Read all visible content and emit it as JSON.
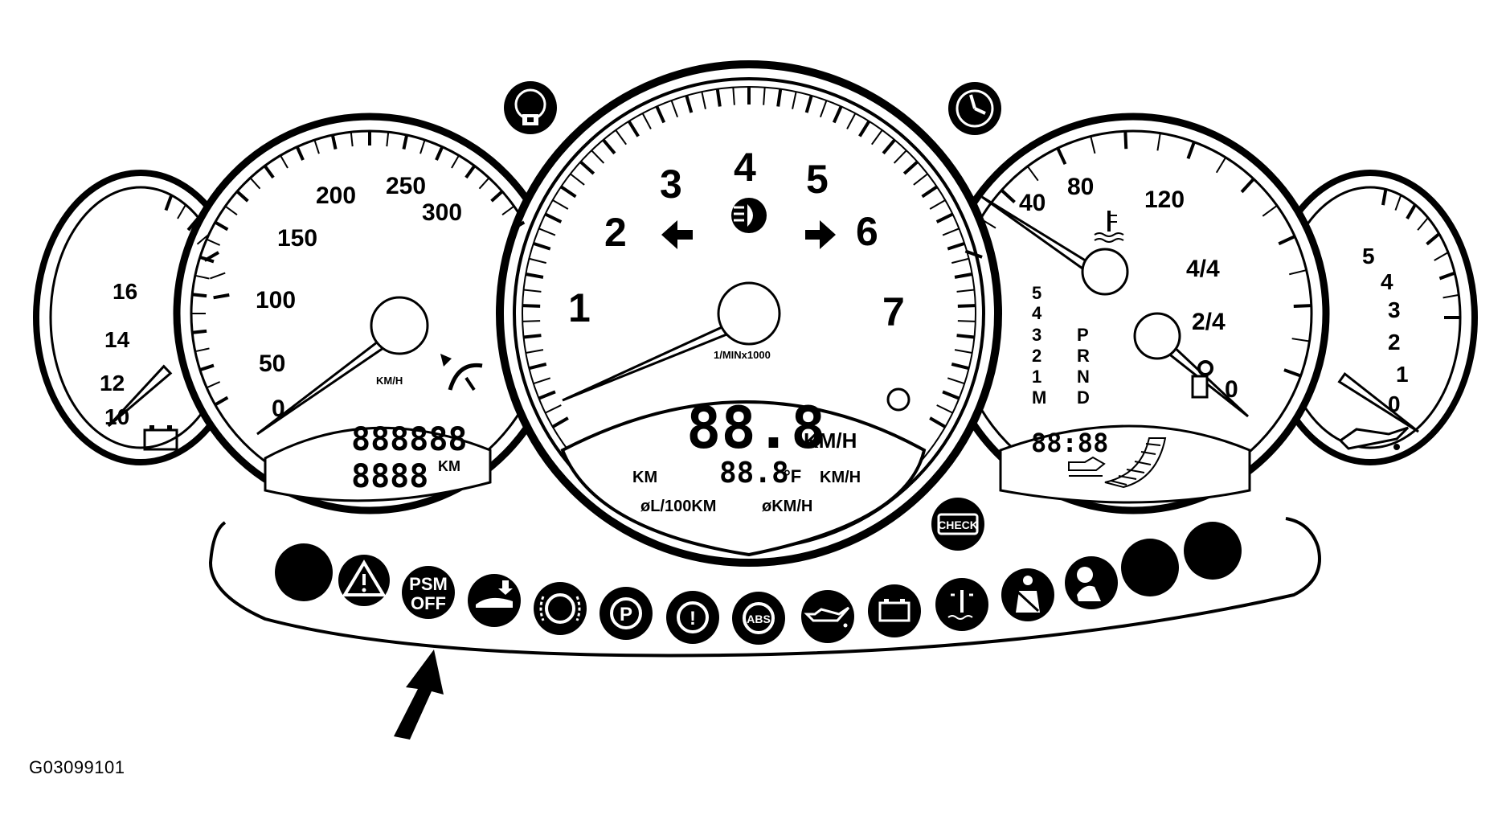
{
  "figure_id": "G03099101",
  "gauges": {
    "voltage": {
      "labels": [
        "16",
        "14",
        "12",
        "10"
      ],
      "icon": "battery-icon"
    },
    "speedometer": {
      "labels": [
        "50",
        "100",
        "150",
        "200",
        "250",
        "300",
        "0"
      ],
      "unit": "KM/H",
      "odometer_total": "888888",
      "odometer_trip": "8888",
      "odometer_unit": "KM",
      "icon": "cruise-control-icon"
    },
    "tachometer": {
      "labels": [
        "1",
        "2",
        "3",
        "4",
        "5",
        "6",
        "7"
      ],
      "unit": "1/MINx1000",
      "lcd_speed": "88.8",
      "lcd_speed_unit": "KM/H",
      "lcd_line2_prefix": "KM",
      "lcd_line2_value": "88.8",
      "lcd_line2_temp": "°F",
      "lcd_line2_suffix": "KM/H",
      "lcd_line3_a": "øL/100KM",
      "lcd_line3_b": "øKM/H"
    },
    "temp_fuel": {
      "temp_labels": [
        "40",
        "80",
        "120"
      ],
      "fuel_labels": [
        "4/4",
        "2/4",
        "0"
      ],
      "gears_left": [
        "5",
        "4",
        "3",
        "2",
        "1",
        "M"
      ],
      "gears_right": [
        "P",
        "R",
        "N",
        "D"
      ],
      "clock": "88:88",
      "icons": [
        "coolant-temp-icon",
        "fuel-pump-icon",
        "oil-level-icon"
      ]
    },
    "oil_pressure": {
      "labels": [
        "5",
        "4",
        "3",
        "2",
        "1",
        "0"
      ],
      "icon": "oil-can-icon"
    }
  },
  "top_icons": [
    "tire-pressure-icon",
    "service-clock-icon"
  ],
  "check_label": "CHECK",
  "warning_strip": {
    "psm_label_1": "PSM",
    "psm_label_2": "OFF",
    "parking_brake_label": "P",
    "brake_warning_label": "!",
    "abs_label": "ABS",
    "lamps": [
      "blank-lamp",
      "hazard-triangle-icon",
      "psm-off-icon",
      "convertible-top-icon",
      "brake-pad-icon",
      "parking-brake-icon",
      "brake-warning-icon",
      "abs-icon",
      "oil-pressure-icon",
      "battery-icon",
      "coolant-icon",
      "seatbelt-icon",
      "airbag-icon",
      "blank-lamp",
      "blank-lamp"
    ]
  },
  "arrow_target": "psm-off-icon"
}
